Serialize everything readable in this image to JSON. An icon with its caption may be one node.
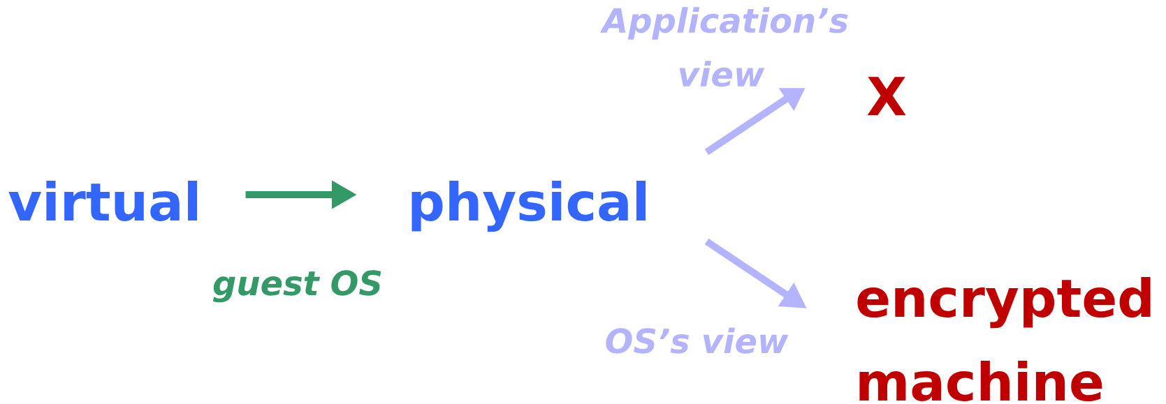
{
  "diagram": {
    "nodes": [
      {
        "text": [
          "virtual"
        ]
      },
      {
        "text": [
          "physical"
        ]
      },
      {
        "text": [
          "X"
        ]
      },
      {
        "text": [
          "encrypted machine"
        ]
      }
    ],
    "edges": [
      {
        "from": 0,
        "to": 1,
        "arrow": "to",
        "label": "guest OS",
        "color": "#339966"
      },
      {
        "from": 1,
        "to": 2,
        "arrow": "to",
        "label": "Application’s view"
      },
      {
        "from": 1,
        "to": 3,
        "arrow": "to",
        "label": "OS’s view"
      }
    ]
  }
}
